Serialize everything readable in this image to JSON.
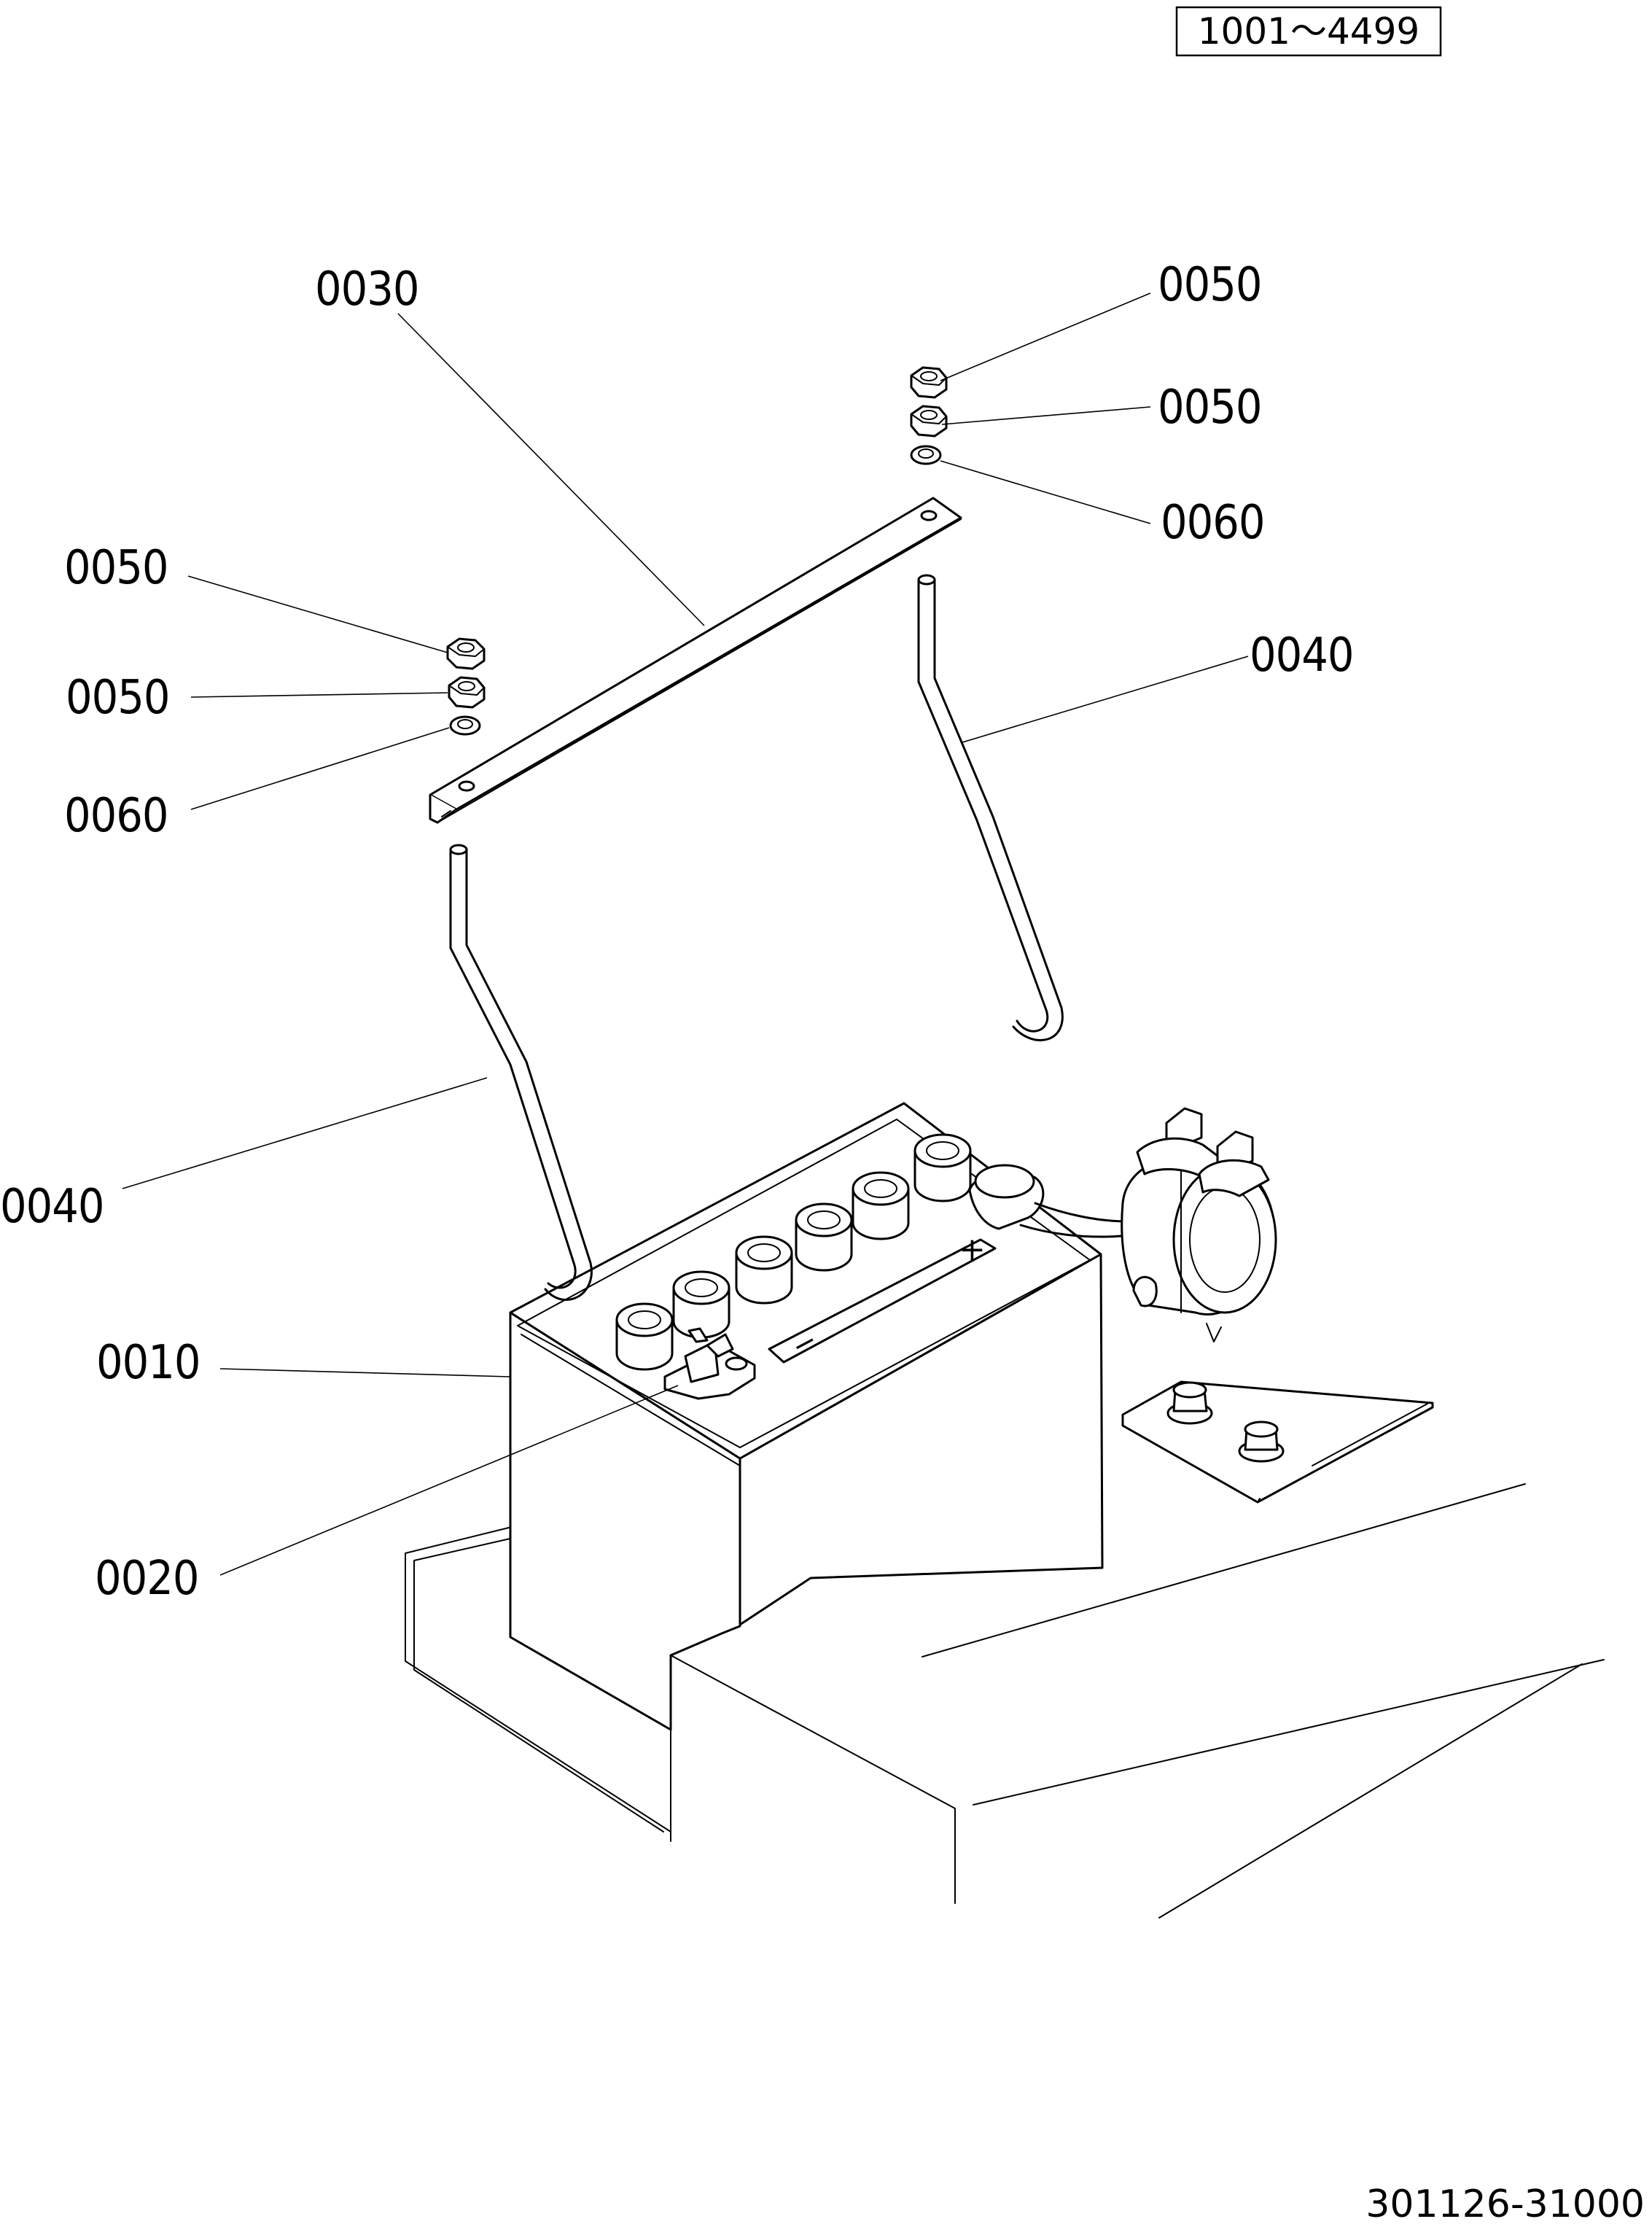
{
  "serial_range": "1001～4499",
  "document_number": "301126-31000",
  "callouts": {
    "c0030": "0030",
    "c0050_top1": "0050",
    "c0050_top2": "0050",
    "c0060_top": "0060",
    "c0040_right": "0040",
    "c0050_left1": "0050",
    "c0050_left2": "0050",
    "c0060_left": "0060",
    "c0040_left": "0040",
    "c0010": "0010",
    "c0020": "0020"
  },
  "battery_signs": {
    "plus": "+",
    "minus": "−"
  }
}
